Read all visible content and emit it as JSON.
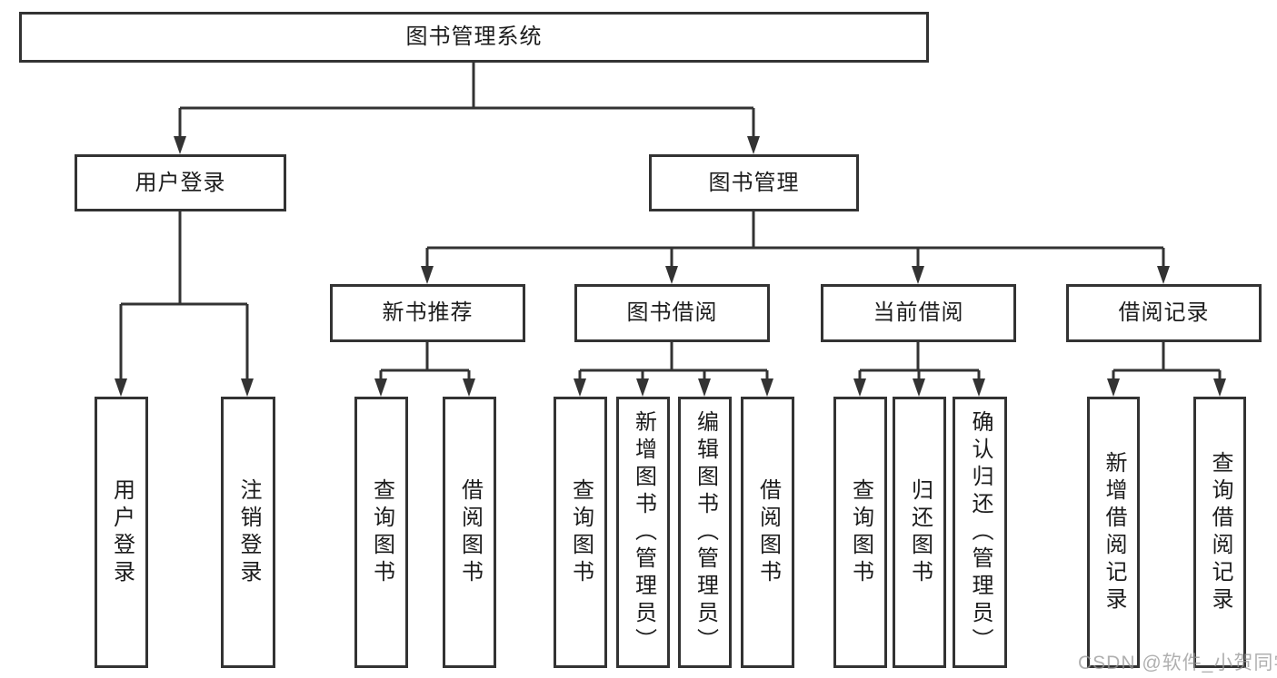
{
  "root": {
    "label": "图书管理系统"
  },
  "branches": {
    "user_login": {
      "label": "用户登录",
      "children": [
        "用户登录",
        "注销登录"
      ]
    },
    "book_mgmt": {
      "label": "图书管理"
    }
  },
  "modules": {
    "new_books": {
      "label": "新书推荐",
      "children": [
        "查询图书",
        "借阅图书"
      ]
    },
    "book_borrow": {
      "label": "图书借阅",
      "children": [
        "查询图书",
        "新增图书（管理员）",
        "编辑图书（管理员）",
        "借阅图书"
      ]
    },
    "current_borrow": {
      "label": "当前借阅",
      "children": [
        "查询图书",
        "归还图书",
        "确认归还（管理员）"
      ]
    },
    "borrow_records": {
      "label": "借阅记录",
      "children": [
        "新增借阅记录",
        "查询借阅记录"
      ]
    }
  },
  "watermark": "CSDN @软件_小贺同学",
  "colors": {
    "line": "#333333",
    "text": "#1c1c1c",
    "box_background": "#ffffff",
    "watermark": "#969696"
  }
}
